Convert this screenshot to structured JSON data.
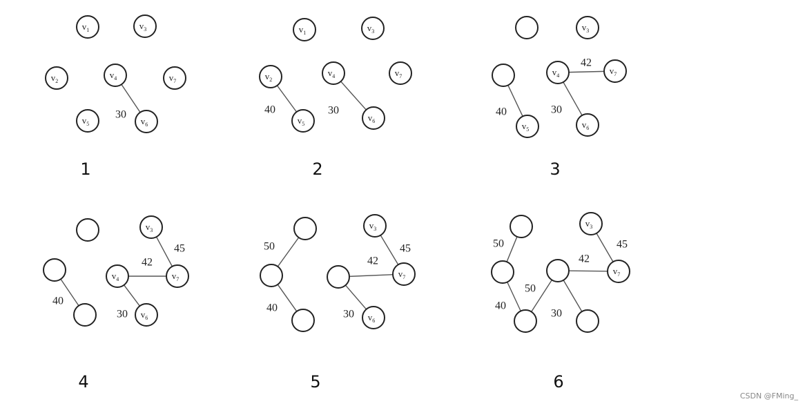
{
  "panels": [
    {
      "step": "1",
      "nodes": [
        {
          "id": "v1",
          "letter": "v",
          "sub": "1"
        },
        {
          "id": "v3",
          "letter": "v",
          "sub": "3"
        },
        {
          "id": "v2",
          "letter": "v",
          "sub": "2"
        },
        {
          "id": "v4",
          "letter": "v",
          "sub": "4"
        },
        {
          "id": "v7",
          "letter": "v",
          "sub": "7"
        },
        {
          "id": "v5",
          "letter": "v",
          "sub": "5"
        },
        {
          "id": "v6",
          "letter": "v",
          "sub": "6"
        }
      ],
      "edges": [
        {
          "from": "v4",
          "to": "v6",
          "weight": "30"
        }
      ]
    },
    {
      "step": "2",
      "nodes": [
        {
          "id": "v1",
          "letter": "v",
          "sub": "1"
        },
        {
          "id": "v3",
          "letter": "v",
          "sub": "3"
        },
        {
          "id": "v2",
          "letter": "v",
          "sub": "2"
        },
        {
          "id": "v4",
          "letter": "v",
          "sub": "4"
        },
        {
          "id": "v7",
          "letter": "v",
          "sub": "7"
        },
        {
          "id": "v5",
          "letter": "v",
          "sub": "5"
        },
        {
          "id": "v6",
          "letter": "v",
          "sub": "6"
        }
      ],
      "edges": [
        {
          "from": "v2",
          "to": "v5",
          "weight": "40"
        },
        {
          "from": "v4",
          "to": "v6",
          "weight": "30"
        }
      ]
    },
    {
      "step": "3",
      "nodes": [
        {
          "id": "a",
          "letter": "",
          "sub": ""
        },
        {
          "id": "v3",
          "letter": "v",
          "sub": "3"
        },
        {
          "id": "b",
          "letter": "",
          "sub": ""
        },
        {
          "id": "v4",
          "letter": "v",
          "sub": "4"
        },
        {
          "id": "v7",
          "letter": "v",
          "sub": "7"
        },
        {
          "id": "v5",
          "letter": "v",
          "sub": "5"
        },
        {
          "id": "v6",
          "letter": "v",
          "sub": "6"
        }
      ],
      "edges": [
        {
          "from": "v4",
          "to": "v7",
          "weight": "42"
        },
        {
          "from": "b",
          "to": "v5",
          "weight": "40"
        },
        {
          "from": "v4",
          "to": "v6",
          "weight": "30"
        }
      ]
    },
    {
      "step": "4",
      "nodes": [
        {
          "id": "a",
          "letter": "",
          "sub": ""
        },
        {
          "id": "v3",
          "letter": "v",
          "sub": "3"
        },
        {
          "id": "b",
          "letter": "",
          "sub": ""
        },
        {
          "id": "v4",
          "letter": "v",
          "sub": "4"
        },
        {
          "id": "v7",
          "letter": "v",
          "sub": "7"
        },
        {
          "id": "c",
          "letter": "",
          "sub": ""
        },
        {
          "id": "v6",
          "letter": "v",
          "sub": "6"
        }
      ],
      "edges": [
        {
          "from": "v3",
          "to": "v7",
          "weight": "45"
        },
        {
          "from": "v4",
          "to": "v7",
          "weight": "42"
        },
        {
          "from": "b",
          "to": "c",
          "weight": "40"
        },
        {
          "from": "v4",
          "to": "v6",
          "weight": "30"
        }
      ]
    },
    {
      "step": "5",
      "nodes": [
        {
          "id": "a",
          "letter": "",
          "sub": ""
        },
        {
          "id": "v3",
          "letter": "v",
          "sub": "3"
        },
        {
          "id": "b",
          "letter": "",
          "sub": ""
        },
        {
          "id": "d",
          "letter": "",
          "sub": ""
        },
        {
          "id": "v7",
          "letter": "v",
          "sub": "7"
        },
        {
          "id": "c",
          "letter": "",
          "sub": ""
        },
        {
          "id": "v6",
          "letter": "v",
          "sub": "6"
        }
      ],
      "edges": [
        {
          "from": "b",
          "to": "a",
          "weight": "50"
        },
        {
          "from": "v3",
          "to": "v7",
          "weight": "45"
        },
        {
          "from": "d",
          "to": "v7",
          "weight": "42"
        },
        {
          "from": "b",
          "to": "c",
          "weight": "40"
        },
        {
          "from": "d",
          "to": "v6",
          "weight": "30"
        }
      ]
    },
    {
      "step": "6",
      "nodes": [
        {
          "id": "a",
          "letter": "",
          "sub": ""
        },
        {
          "id": "v3",
          "letter": "v",
          "sub": "3"
        },
        {
          "id": "b",
          "letter": "",
          "sub": ""
        },
        {
          "id": "d",
          "letter": "",
          "sub": ""
        },
        {
          "id": "v7",
          "letter": "v",
          "sub": "7"
        },
        {
          "id": "c",
          "letter": "",
          "sub": ""
        },
        {
          "id": "e",
          "letter": "",
          "sub": ""
        }
      ],
      "edges": [
        {
          "from": "b",
          "to": "a",
          "weight": "50"
        },
        {
          "from": "v3",
          "to": "v7",
          "weight": "45"
        },
        {
          "from": "d",
          "to": "v7",
          "weight": "42"
        },
        {
          "from": "c",
          "to": "d",
          "weight": "50"
        },
        {
          "from": "b",
          "to": "c",
          "weight": "40"
        },
        {
          "from": "d",
          "to": "e",
          "weight": "30"
        }
      ]
    }
  ],
  "watermark": "CSDN @FMing_"
}
